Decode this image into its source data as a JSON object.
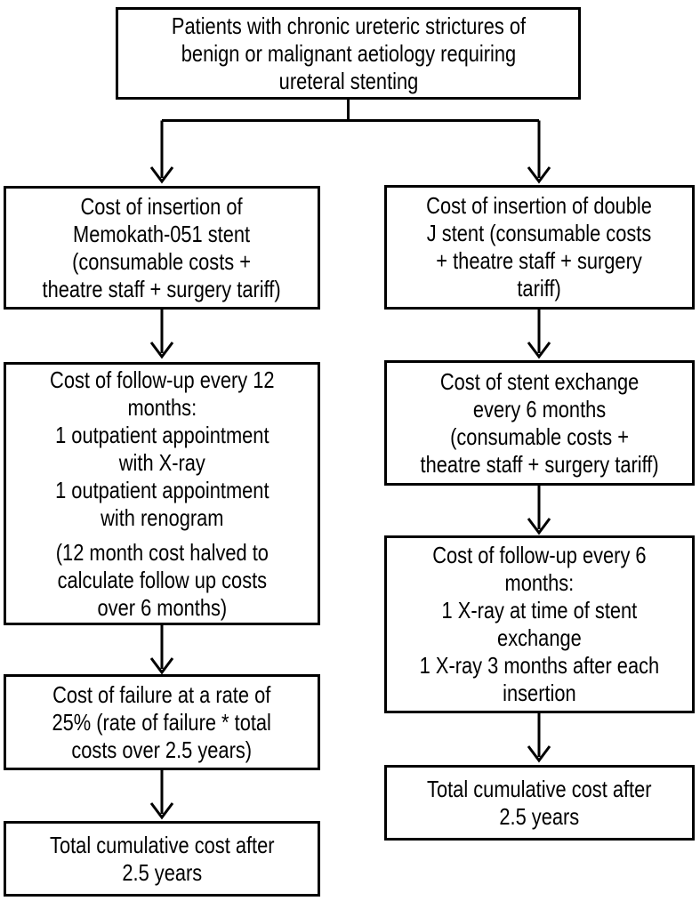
{
  "diagram": {
    "title_box": {
      "lines": [
        "Patients with chronic ureteric strictures of",
        "benign or malignant aetiology requiring",
        "ureteral stenting"
      ]
    },
    "left_branch": {
      "insertion_box": {
        "lines": [
          "Cost of insertion of",
          "Memokath-051 stent",
          "(consumable costs +",
          "theatre staff + surgery tariff)"
        ]
      },
      "followup_box": {
        "lines": [
          "Cost of follow-up every 12",
          "months:",
          "1 outpatient appointment",
          "with X-ray",
          "1 outpatient appointment",
          "with renogram"
        ],
        "note_lines": [
          "(12 month cost halved to",
          "calculate follow up costs",
          "over 6 months)"
        ]
      },
      "failure_box": {
        "lines": [
          "Cost of failure at a rate of",
          "25% (rate of failure * total",
          "costs over 2.5 years)"
        ]
      },
      "total_box": {
        "lines": [
          "Total cumulative cost after",
          "2.5 years"
        ]
      }
    },
    "right_branch": {
      "insertion_box": {
        "lines": [
          "Cost of insertion of double",
          "J stent (consumable costs",
          "+ theatre staff + surgery",
          "tariff)"
        ]
      },
      "exchange_box": {
        "lines": [
          "Cost of stent exchange",
          "every 6 months",
          "(consumable costs +",
          "theatre staff + surgery tariff)"
        ]
      },
      "followup_box": {
        "lines": [
          "Cost of follow-up every 6",
          "months:",
          "1 X-ray at time of stent",
          "exchange",
          "1 X-ray 3 months after each",
          "insertion"
        ]
      },
      "total_box": {
        "lines": [
          "Total cumulative cost after",
          "2.5 years"
        ]
      }
    },
    "colors": {
      "background": "#ffffff",
      "box_border": "#000000",
      "line": "#000000",
      "text": "#000000"
    }
  }
}
